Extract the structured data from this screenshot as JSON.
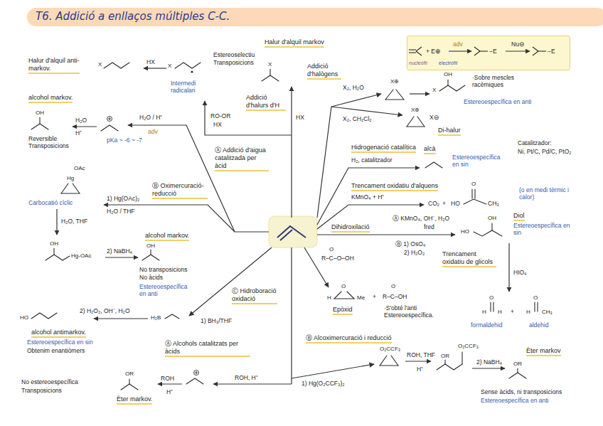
{
  "diagram": {
    "title": "T6. Addició a enllaços múltiples C-C.",
    "nodes": [
      {
        "text": [
          "+ E⊕",
          "adv",
          "−E",
          "Nu⊖",
          "−E",
          "nucleòfil",
          "electròfil"
        ]
      }
    ],
    "labels": [
      "Halur d'alquil markov",
      "Halur d'alquil anti-markov.",
      "X",
      "HX",
      "X",
      "Intermedi radicalari",
      "Estereoselectiu",
      "Transposicions",
      "X",
      "RO-OR",
      "HX",
      "HX",
      "Addició d'halurs d'H",
      "Addició d'halògens",
      "X₂, H₂O",
      "X⊕",
      "X",
      "OH",
      "·Sobre mescles racèmiques",
      "Estereoespecífica en anti",
      "X₂, CH₂Cl₂",
      "X⊕",
      "X⊖",
      "Di-halur",
      "Hidrogenació catalítica",
      "alcà",
      "H₂, catalitzador",
      "Estereoespecífica en sin",
      "Catalitzador:",
      "Ni, Pt/C, Pd/C, PtO₂",
      "Trencament oxidatiu d'alquens",
      "KMnO₄ + H⁺",
      "CO₂",
      "+",
      "HO",
      "O",
      "CH₃",
      "(o en medi tèrmic i calor)",
      "Dihidroxilació",
      "Ⓐ KMnO₄, OH⁻, H₂O",
      "fred",
      "Ⓑ 1) OsO₄",
      "2) H₂O₂",
      "HO",
      "OH",
      "Diol",
      "Estereoespecífica en sin",
      "Trencament oxidatiu de glicols",
      "HIO₄",
      "H",
      "O",
      "H",
      "+",
      "H",
      "O",
      "CH₃",
      "formaldehid",
      "aldehid",
      "O",
      "R–C–O–OH",
      "O",
      "H",
      "Me",
      "Epòxid",
      "+",
      "O",
      "R–C–OH",
      "·S'obté l'anti Estereoespecífica.",
      "Ⓑ Alcoximercuració i reducció",
      "1) Hg(O₂CCF₃)₂",
      "O₂CCF₃",
      "ROH, THF",
      "H⁺",
      "OR",
      "O₂CCF₃",
      "2) NaBH₄",
      "Èter markov",
      "OR",
      "Sense àcids, ni transposicions",
      "Estereoespecífica en anti",
      "Ⓐ Alcohols catalitzats per àcids",
      "ROH, H⁺",
      "ROH",
      "H⁺",
      "OR",
      "Èter markov.",
      "No estereoespecífica",
      "Transposicions",
      "Ⓒ Hidroboració oxidació",
      "1) BH₃/THF",
      "H₂B",
      "2) H₂O₂, OH⁻, H₂O",
      "HO",
      "alcohol antimarkov.",
      "Estereoespecífica en sin",
      "Obtenim enantiòmers",
      "Ⓐ Addició d'aigua catalitzada per àcid",
      "H₂O / H⁺",
      "adv",
      "H₂O",
      "H⁺",
      "pKa ~ -6 ~ -7",
      "alcohol markov.",
      "OH",
      "Reversible",
      "Transposicions",
      "Ⓑ Oximercuració-reducció",
      "1) Hg(OAc)₂",
      "H₂O / THF",
      "OAc",
      "Hg",
      "Carbocatió cíclic",
      "H₂O, THF",
      "OH",
      "Hg-OAc",
      "2) NaBH₄",
      "alcohol markov.",
      "OH",
      "No transposicions",
      "No àcids",
      "Estereoespecífica en anti"
    ]
  }
}
